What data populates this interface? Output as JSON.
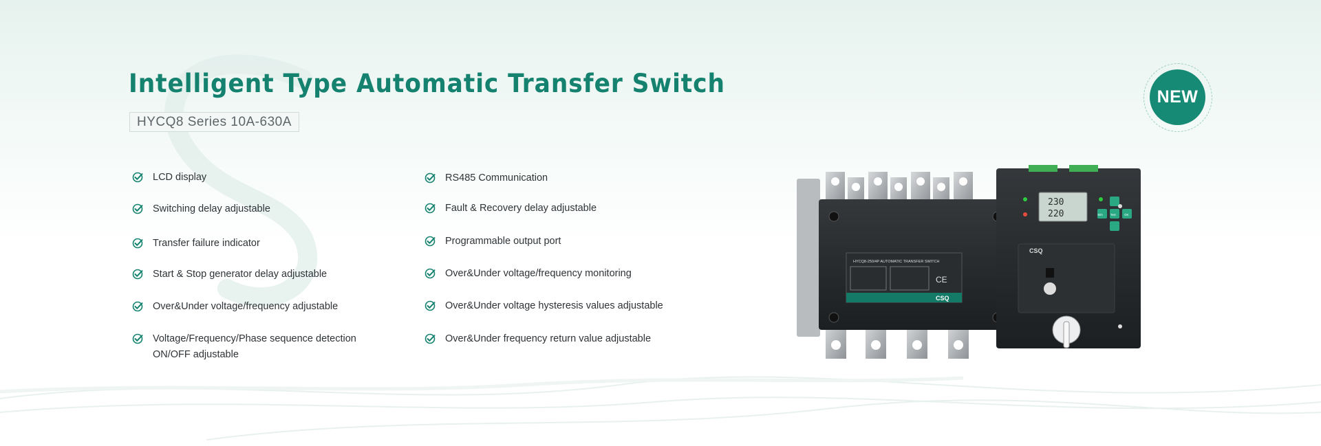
{
  "title": "Intelligent Type Automatic Transfer Switch",
  "subtitle": "HYCQ8 Series 10A-630A",
  "badge": "NEW",
  "features_left": [
    "LCD display",
    "Switching delay adjustable",
    "Transfer failure indicator",
    "Start & Stop generator delay adjustable",
    "Over&Under voltage/frequency adjustable",
    "Voltage/Frequency/Phase sequence detection",
    "ON/OFF adjustable"
  ],
  "features_right": [
    "RS485 Communication",
    "Fault & Recovery delay adjustable",
    "Programmable output port",
    "Over&Under voltage/frequency monitoring",
    "Over&Under voltage hysteresis values adjustable",
    "Over&Under frequency return value adjustable"
  ],
  "product": {
    "label_title": "HYCQ8-250/4P AUTOMATIC TRANSFER SWITCH",
    "brand": "CSQ",
    "ce": "CE",
    "lcd_top": "230",
    "lcd_bottom": "220",
    "btn_ma": "M/A",
    "btn_ok": "OK",
    "btn_test": "Test"
  },
  "colors": {
    "brand_green": "#14826e",
    "badge_green": "#168a74",
    "text": "#2e3337"
  }
}
